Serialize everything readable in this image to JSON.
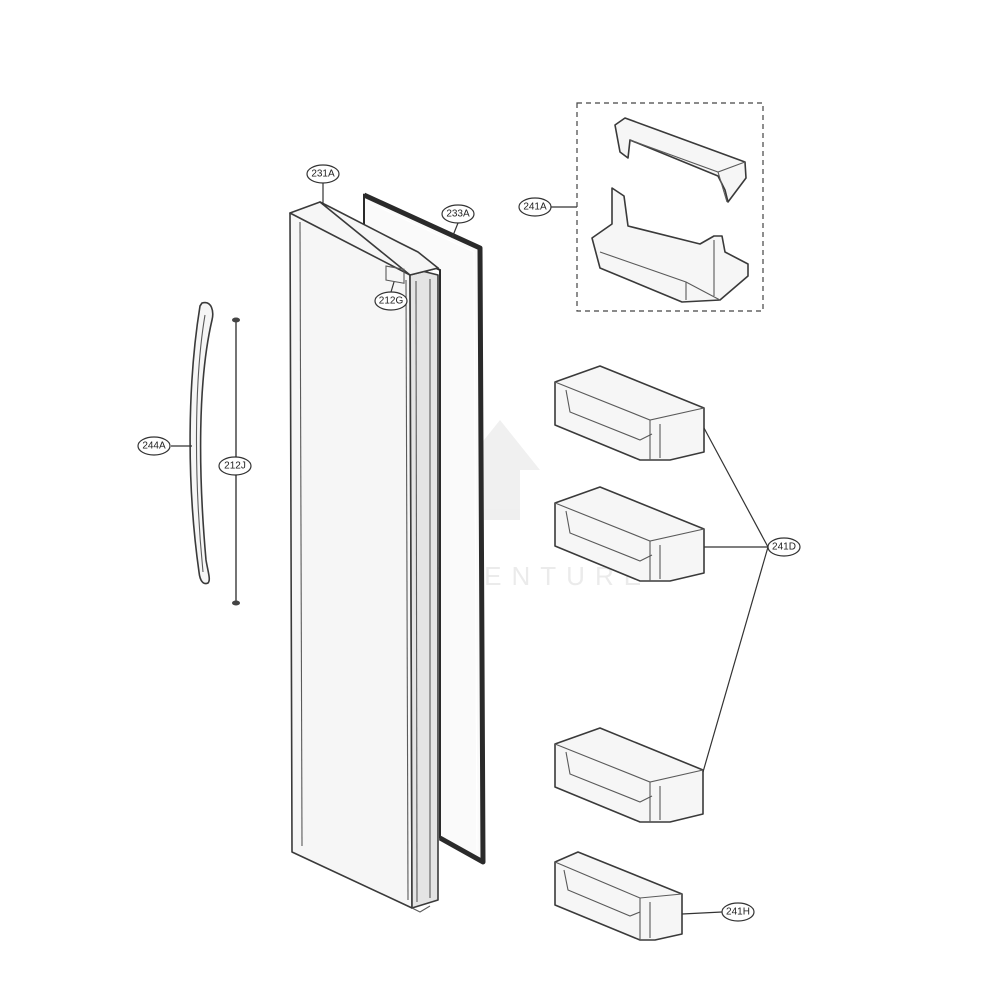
{
  "callouts": {
    "c231A": "231A",
    "c233A": "233A",
    "c212G": "212G",
    "c244A": "244A",
    "c212J": "212J",
    "c241A": "241A",
    "c241D": "241D",
    "c241H": "241H"
  },
  "watermark": "LEADVENTURE",
  "colors": {
    "line": "#3a3a3a",
    "fill": "#f6f6f6",
    "gasket": "#2a2a2a"
  }
}
